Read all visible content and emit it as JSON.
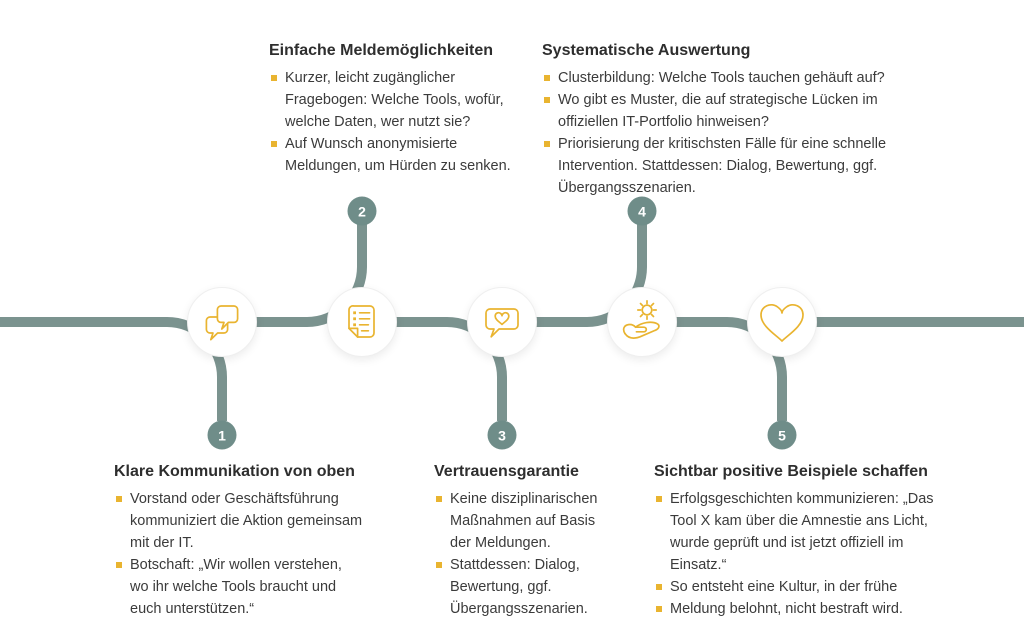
{
  "colors": {
    "timeline_line": "#7B938F",
    "badge_circle": "#6F8D89",
    "accent_yellow": "#E9B430",
    "title_text": "#2E2E2E",
    "body_text": "#3B3B3B",
    "icon_circle_border": "#EFEFEF",
    "background": "#FFFFFF"
  },
  "steps": [
    {
      "number": "1",
      "title": "Klare Kommunikation von oben",
      "icon": "chat-bubbles-icon",
      "badge_position": "below",
      "bullets": [
        "Vorstand oder Geschäftsführung kommuniziert die Aktion gemeinsam mit der IT.",
        "Botschaft: „Wir wollen verstehen, wo ihr welche Tools braucht und euch unterstützen.“"
      ]
    },
    {
      "number": "2",
      "title": "Einfache Meldemöglichkeiten",
      "icon": "checklist-document-icon",
      "badge_position": "above",
      "bullets": [
        "Kurzer, leicht zugänglicher Fragebogen: Welche Tools, wofür, welche Daten, wer nutzt sie?",
        "Auf Wunsch anonymisierte Meldungen, um Hürden zu senken."
      ]
    },
    {
      "number": "3",
      "title": "Vertrauensgarantie",
      "icon": "heart-speech-bubble-icon",
      "badge_position": "below",
      "bullets": [
        "Keine disziplinarischen Maßnahmen auf Basis der Meldungen.",
        "Stattdessen: Dialog, Bewertung, ggf. Übergangsszenarien."
      ]
    },
    {
      "number": "4",
      "title": "Systematische Auswertung",
      "icon": "hand-holding-gear-icon",
      "badge_position": "above",
      "bullets": [
        "Clusterbildung: Welche Tools tauchen gehäuft auf?",
        "Wo gibt es Muster, die auf strategische Lücken im offiziellen IT-Portfolio hinweisen?",
        "Priorisierung der kritischsten Fälle für eine schnelle Intervention. Stattdessen: Dialog, Bewertung, ggf. Übergangsszenarien."
      ]
    },
    {
      "number": "5",
      "title": "Sichtbar positive Beispiele schaffen",
      "icon": "heart-icon",
      "badge_position": "below",
      "bullets": [
        "Erfolgsgeschichten kommunizieren: „Das Tool X kam über die Amnestie ans Licht, wurde geprüft und ist jetzt offiziell im Einsatz.“",
        "So entsteht eine Kultur, in der frühe",
        "Meldung belohnt, nicht bestraft wird."
      ]
    }
  ]
}
